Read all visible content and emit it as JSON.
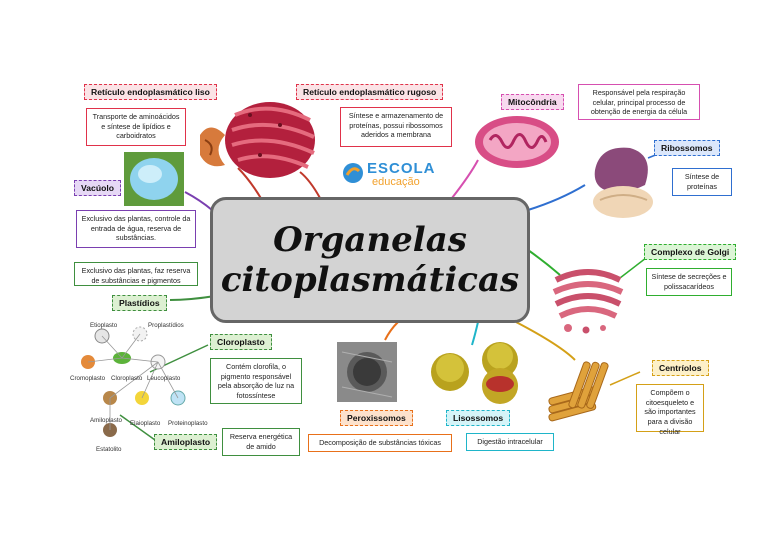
{
  "title_line1": "Organelas",
  "title_line2": "citoplasmáticas",
  "logo": {
    "name": "ESCOLA",
    "sub": "educação"
  },
  "nodes": {
    "rel": {
      "label": "Retículo endoplasmático liso",
      "desc": "Transporte de aminoácidos e síntese de lipídios e carboidratos"
    },
    "rer": {
      "label": "Retículo endoplasmático rugoso",
      "desc": "Síntese e armazenamento de proteínas, possui ribossomos aderidos a membrana"
    },
    "mito": {
      "label": "Mitocôndria",
      "desc": "Responsável pela respiração celular, principal processo de obtenção de energia da célula"
    },
    "ribo": {
      "label": "Ribossomos",
      "desc": "Síntese de proteínas"
    },
    "golgi": {
      "label": "Complexo de Golgi",
      "desc": "Síntese de secreções e polissacarídeos"
    },
    "centri": {
      "label": "Centríolos",
      "desc": "Compõem o citoesqueleto e são importantes para a divisão celular"
    },
    "liso": {
      "label": "Lisossomos",
      "desc": "Digestão intracelular"
    },
    "perox": {
      "label": "Peroxissomos",
      "desc": "Decomposição de substâncias tóxicas"
    },
    "vac": {
      "label": "Vacúolo",
      "desc": "Exclusivo das plantas, controle da entrada de água, reserva de substâncias."
    },
    "plast": {
      "label": "Plastídios",
      "desc": "Exclusivo das plantas, faz reserva de substâncias e pigmentos"
    },
    "cloro": {
      "label": "Cloroplasto",
      "desc": "Contém clorofila, o pigmento responsável pela absorção de luz na fotossíntese"
    },
    "amilo": {
      "label": "Amiloplasto",
      "desc": "Reserva energética de amido"
    }
  },
  "plastid_labels": {
    "etioplasto": "Etioplasto",
    "proplastidios": "Proplastídios",
    "cromoplasto": "Cromoplasto",
    "cloroplasto": "Cloroplasto",
    "leucoplasto": "Leucoplasto",
    "amiloplasto": "Amiloplasto",
    "elaioplasto": "Elaioplasto",
    "proteinoplasto": "Proteinoplasto",
    "estatolito": "Estatolito"
  },
  "colors": {
    "rel": "#e0324a",
    "rer": "#e0324a",
    "mito": "#d64fb0",
    "ribo": "#2f6fd0",
    "golgi": "#2fae2f",
    "centri": "#d4a017",
    "liso": "#1fb5c9",
    "perox": "#e8701a",
    "vac": "#7a3fb0",
    "plast": "#3f8f3f"
  }
}
